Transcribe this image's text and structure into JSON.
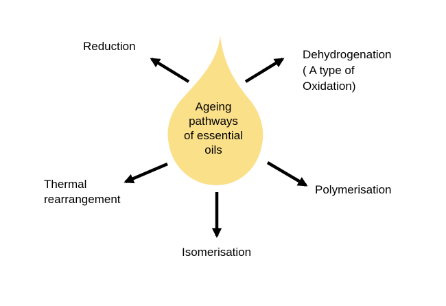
{
  "center": {
    "lines": [
      "Ageing",
      "pathways",
      "of essential",
      "oils"
    ],
    "fill_color": "#fbe08a"
  },
  "pathways": [
    {
      "id": "reduction",
      "lines": [
        "Reduction"
      ]
    },
    {
      "id": "dehydrogenation",
      "lines": [
        "Dehydrogenation",
        "( A type of",
        "Oxidation)"
      ]
    },
    {
      "id": "polymerisation",
      "lines": [
        "Polymerisation"
      ]
    },
    {
      "id": "isomerisation",
      "lines": [
        "Isomerisation"
      ]
    },
    {
      "id": "thermal-rearrangement",
      "lines": [
        "Thermal",
        "rearrangement"
      ]
    }
  ],
  "arrow_color": "#000000"
}
